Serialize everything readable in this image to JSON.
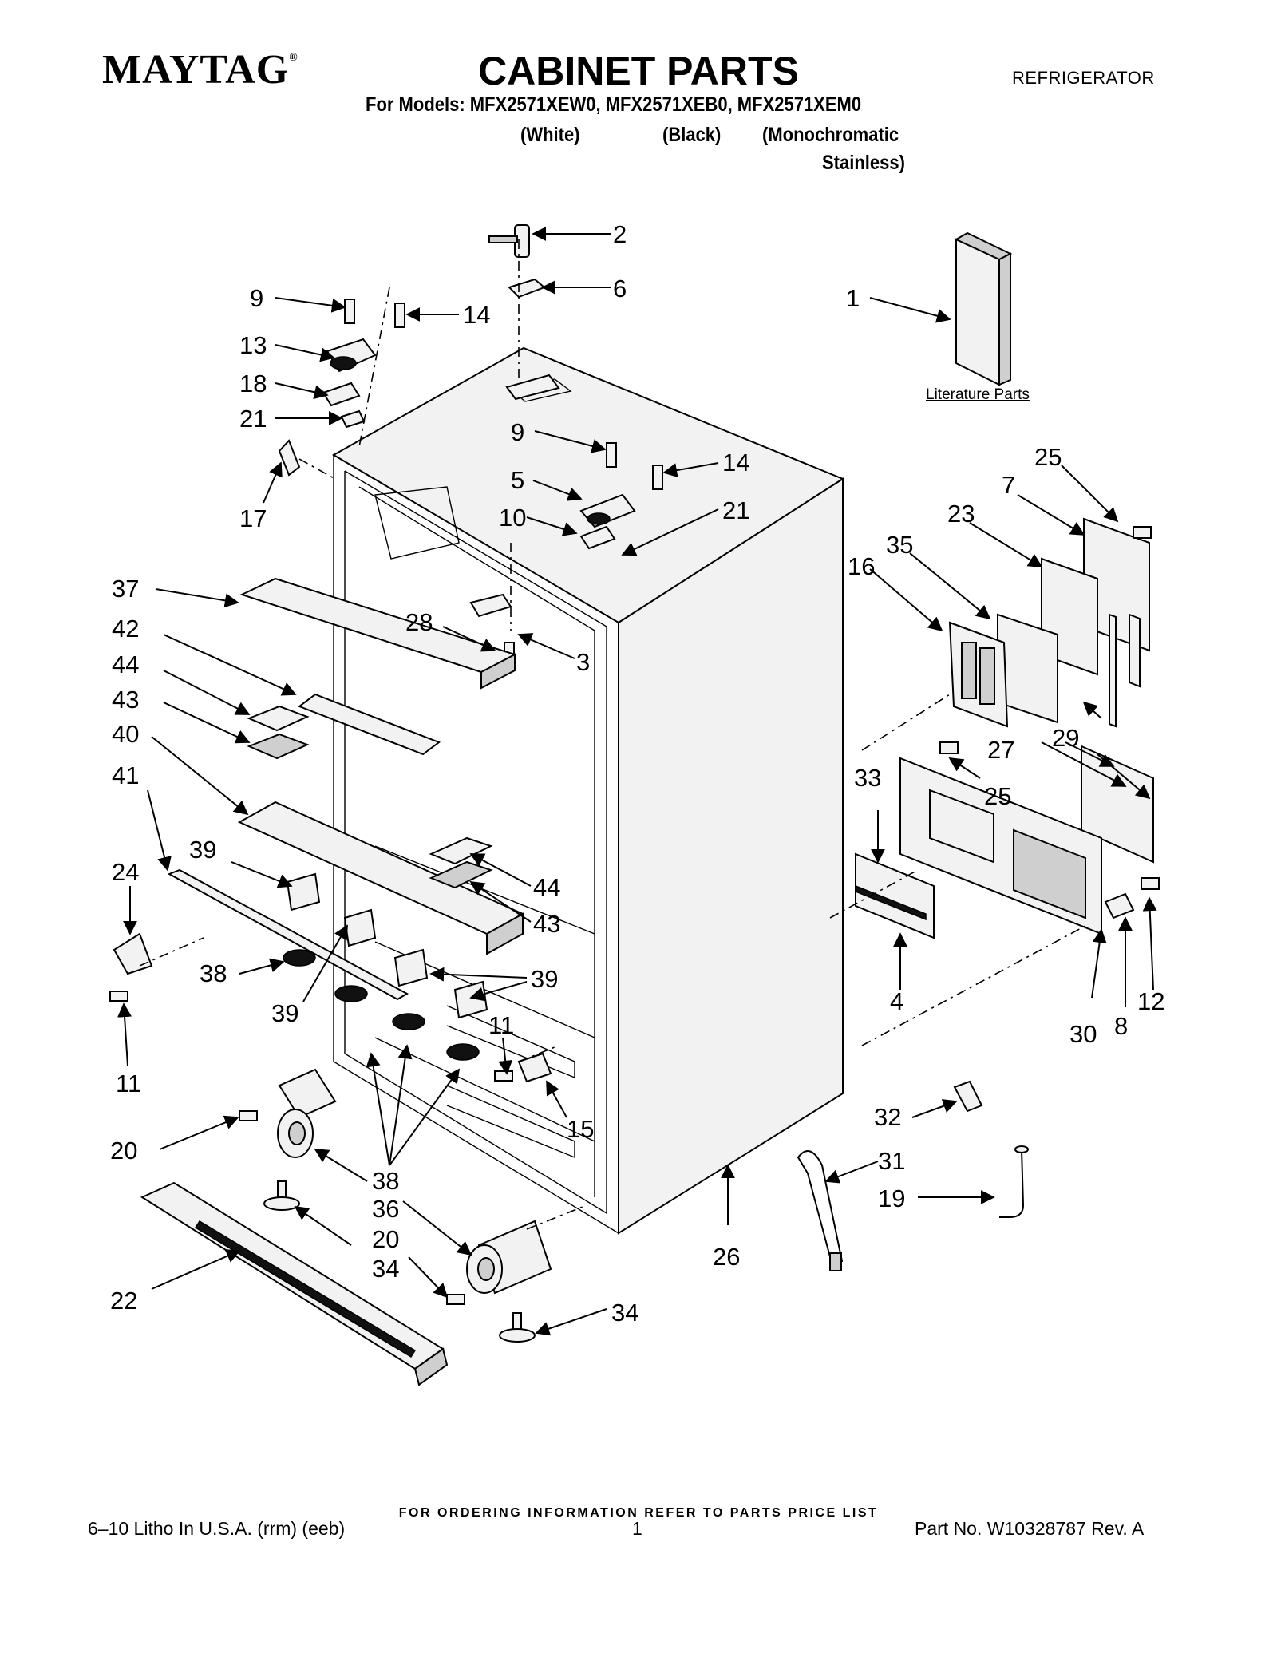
{
  "header": {
    "brand": "MAYTAG",
    "brand_mark": "®",
    "title": "CABINET PARTS",
    "category": "REFRIGERATOR",
    "models_line": "For Models: MFX2571XEW0, MFX2571XEB0, MFX2571XEM0",
    "finishes": [
      "(White)",
      "(Black)",
      "(Monochromatic",
      "Stainless)"
    ]
  },
  "literature_label": "Literature Parts",
  "callouts": [
    {
      "id": "c2",
      "label": "2"
    },
    {
      "id": "c6",
      "label": "6"
    },
    {
      "id": "c1",
      "label": "1"
    },
    {
      "id": "c9a",
      "label": "9"
    },
    {
      "id": "c14a",
      "label": "14"
    },
    {
      "id": "c13",
      "label": "13"
    },
    {
      "id": "c18",
      "label": "18"
    },
    {
      "id": "c21a",
      "label": "21"
    },
    {
      "id": "c17",
      "label": "17"
    },
    {
      "id": "c9b",
      "label": "9"
    },
    {
      "id": "c14b",
      "label": "14"
    },
    {
      "id": "c5",
      "label": "5"
    },
    {
      "id": "c10",
      "label": "10"
    },
    {
      "id": "c21b",
      "label": "21"
    },
    {
      "id": "c25a",
      "label": "25"
    },
    {
      "id": "c7",
      "label": "7"
    },
    {
      "id": "c23",
      "label": "23"
    },
    {
      "id": "c35",
      "label": "35"
    },
    {
      "id": "c16",
      "label": "16"
    },
    {
      "id": "c37",
      "label": "37"
    },
    {
      "id": "c28",
      "label": "28"
    },
    {
      "id": "c42",
      "label": "42"
    },
    {
      "id": "c3",
      "label": "3"
    },
    {
      "id": "c44a",
      "label": "44"
    },
    {
      "id": "c43a",
      "label": "43"
    },
    {
      "id": "c40",
      "label": "40"
    },
    {
      "id": "c41",
      "label": "41"
    },
    {
      "id": "c29",
      "label": "29"
    },
    {
      "id": "c27",
      "label": "27"
    },
    {
      "id": "c33",
      "label": "33"
    },
    {
      "id": "c25b",
      "label": "25"
    },
    {
      "id": "c39a",
      "label": "39"
    },
    {
      "id": "c24",
      "label": "24"
    },
    {
      "id": "c44b",
      "label": "44"
    },
    {
      "id": "c43b",
      "label": "43"
    },
    {
      "id": "c38a",
      "label": "38"
    },
    {
      "id": "c39b",
      "label": "39"
    },
    {
      "id": "c39c",
      "label": "39"
    },
    {
      "id": "c4",
      "label": "4"
    },
    {
      "id": "c12",
      "label": "12"
    },
    {
      "id": "c11a",
      "label": "11"
    },
    {
      "id": "c30",
      "label": "30"
    },
    {
      "id": "c8",
      "label": "8"
    },
    {
      "id": "c11b",
      "label": "11"
    },
    {
      "id": "c15",
      "label": "15"
    },
    {
      "id": "c32",
      "label": "32"
    },
    {
      "id": "c20a",
      "label": "20"
    },
    {
      "id": "c38b",
      "label": "38"
    },
    {
      "id": "c31",
      "label": "31"
    },
    {
      "id": "c19",
      "label": "19"
    },
    {
      "id": "c36",
      "label": "36"
    },
    {
      "id": "c20b",
      "label": "20"
    },
    {
      "id": "c34a",
      "label": "34"
    },
    {
      "id": "c26",
      "label": "26"
    },
    {
      "id": "c22",
      "label": "22"
    },
    {
      "id": "c34b",
      "label": "34"
    }
  ],
  "footer": {
    "ordering_note": "FOR ORDERING INFORMATION REFER TO PARTS PRICE LIST",
    "litho": "6–10 Litho In U.S.A. (rrm) (eeb)",
    "page_number": "1",
    "part_number": "Part No. W10328787 Rev. A"
  }
}
